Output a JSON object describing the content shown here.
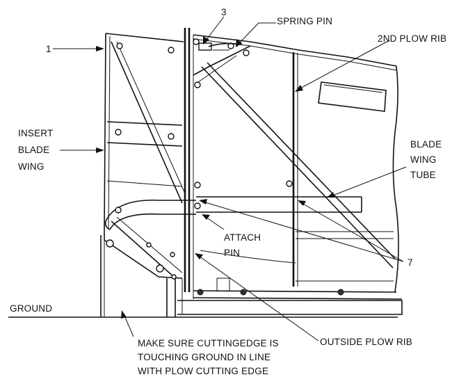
{
  "labels": {
    "callout_1": "1",
    "callout_3": "3",
    "callout_7": "7",
    "spring_pin": "SPRING PIN",
    "plow_rib_2nd": "2ND PLOW RIB",
    "insert_blade_wing": [
      "INSERT",
      "BLADE",
      "WING"
    ],
    "blade_wing_tube": [
      "BLADE",
      "WING",
      "TUBE"
    ],
    "attach_pin": [
      "ATTACH",
      "PIN"
    ],
    "ground": "GROUND",
    "outside_plow_rib": "OUTSIDE PLOW RIB",
    "cutting_edge_note": [
      "MAKE SURE CUTTINGEDGE IS",
      "TOUCHING GROUND IN LINE",
      "WITH PLOW CUTTING EDGE"
    ]
  }
}
